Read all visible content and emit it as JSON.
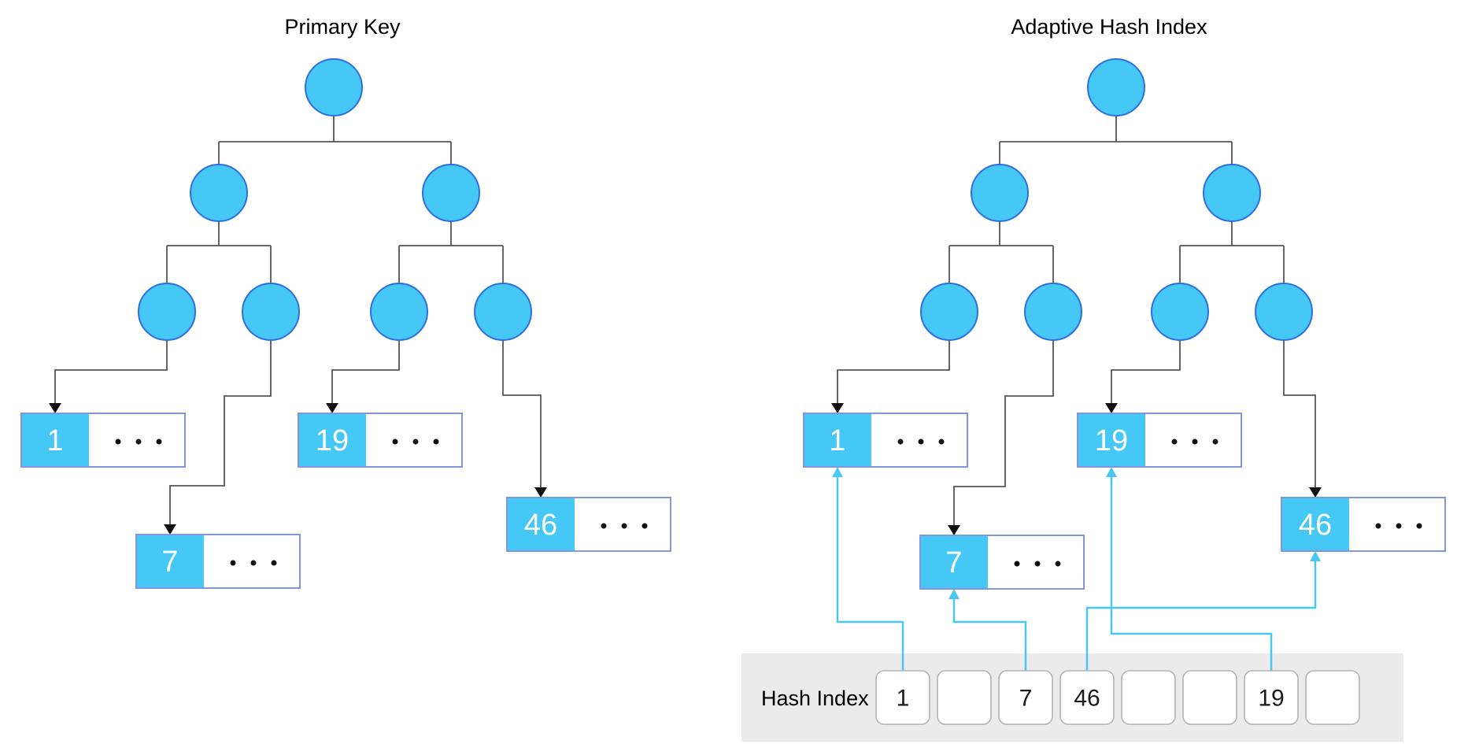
{
  "palette": {
    "cyan": "#45C8F5",
    "nodeStroke": "#2D6FE3",
    "boxBorder": "#8296E0",
    "connector": "#555555",
    "arrowHead": "#111111",
    "cyanArrow": "#4AC6F3",
    "barBg": "#EBEBEB",
    "cellBorder": "#B3B3B3",
    "text": "#000000",
    "keyText": "#FFFFFF"
  },
  "left_tree": {
    "title": "Primary Key",
    "leaf_keys": [
      "1",
      "19",
      "7",
      "46"
    ]
  },
  "right_tree": {
    "title": "Adaptive Hash Index",
    "leaf_keys": [
      "1",
      "19",
      "7",
      "46"
    ]
  },
  "hash_index": {
    "label": "Hash Index",
    "cells": [
      "1",
      "",
      "7",
      "46",
      "",
      "",
      "19",
      ""
    ]
  }
}
